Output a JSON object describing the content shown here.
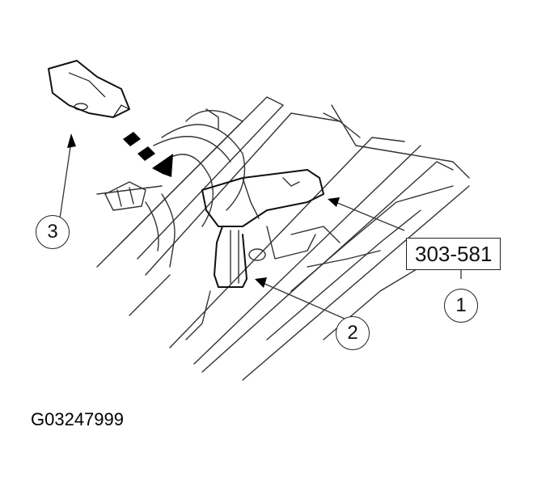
{
  "diagram": {
    "type": "exploded-view service illustration",
    "description": "Engine valvetrain area showing removal of a roller follower using a special tool",
    "callouts": [
      {
        "number": "1",
        "label": "303-581",
        "kind": "special-tool",
        "points_to": "tool compressing valve spring"
      },
      {
        "number": "2",
        "label": "",
        "kind": "component",
        "points_to": "valve spring / lifter area"
      },
      {
        "number": "3",
        "label": "",
        "kind": "component",
        "points_to": "roller follower (removed)"
      }
    ],
    "figure_id": "G03247999",
    "colors": {
      "line": "#222222",
      "background": "#ffffff",
      "arrow": "#000000"
    }
  }
}
